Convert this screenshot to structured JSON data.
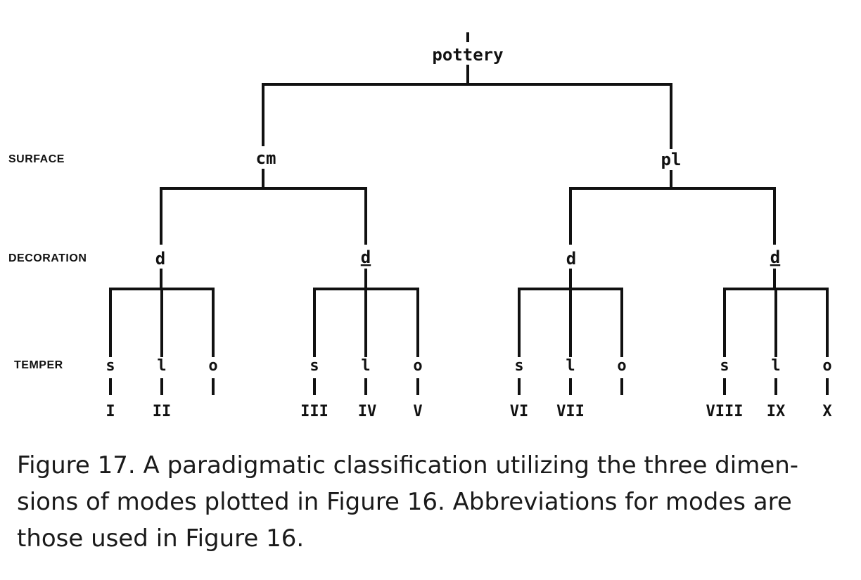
{
  "diagram": {
    "root": "pottery",
    "dimensions": [
      "SURFACE",
      "DECORATION",
      "TEMPER"
    ],
    "surface": [
      "cm",
      "pl"
    ],
    "decoration": [
      "d",
      "d",
      "d",
      "d"
    ],
    "decoration_underlined": [
      false,
      true,
      false,
      true
    ],
    "temper_modes": [
      "s",
      "l",
      "o"
    ],
    "classes": [
      "I",
      "II",
      "III",
      "IV",
      "V",
      "VI",
      "VII",
      "VIII",
      "IX",
      "X"
    ]
  },
  "caption": {
    "lines": [
      "Figure 17.   A paradigmatic classification utilizing the three dimen-",
      "sions of modes plotted in Figure 16. Abbreviations for modes are",
      "those used in Figure 16."
    ]
  }
}
